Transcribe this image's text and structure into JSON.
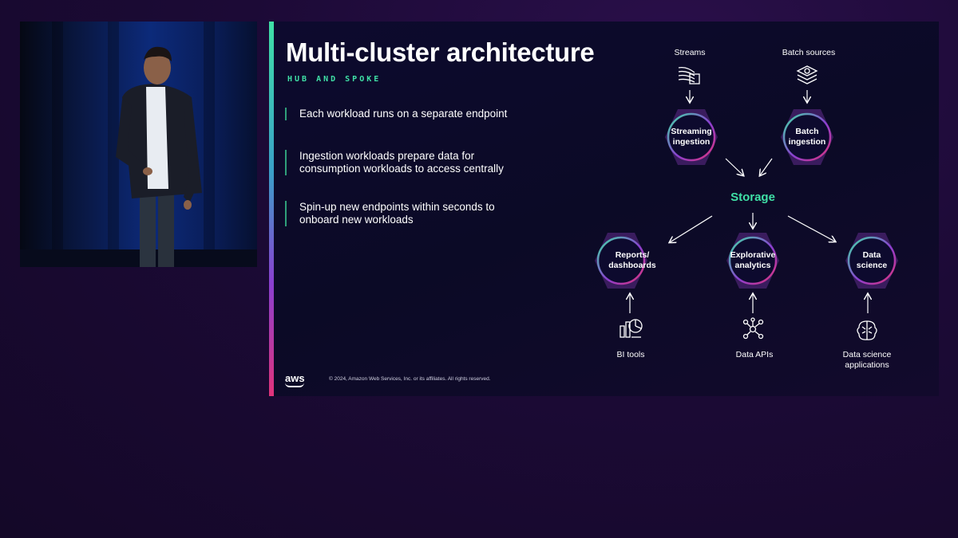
{
  "slide": {
    "title": "Multi-cluster architecture",
    "subtitle": "HUB AND SPOKE",
    "bullets": [
      "Each workload runs on a separate endpoint",
      "Ingestion workloads prepare data for consumption workloads to access centrally",
      "Spin-up new endpoints within seconds to onboard new workloads"
    ],
    "footer": {
      "logo": "aws",
      "copyright": "© 2024, Amazon Web Services, Inc. or its affiliates. All rights reserved."
    }
  },
  "diagram": {
    "sources_top": [
      {
        "label": "Streams",
        "icon": "streams-icon"
      },
      {
        "label": "Batch sources",
        "icon": "batch-sources-icon"
      }
    ],
    "ingestion_nodes": [
      {
        "line1": "Streaming",
        "line2": "ingestion"
      },
      {
        "line1": "Batch",
        "line2": "ingestion"
      }
    ],
    "hub": "Storage",
    "consumer_nodes": [
      {
        "line1": "Reports/",
        "line2": "dashboards"
      },
      {
        "line1": "Explorative",
        "line2": "analytics"
      },
      {
        "line1": "Data",
        "line2": "science"
      }
    ],
    "sources_bottom": [
      {
        "line1": "BI tools",
        "line2": "",
        "icon": "bi-tools-icon"
      },
      {
        "line1": "Data APIs",
        "line2": "",
        "icon": "data-apis-icon"
      },
      {
        "line1": "Data science",
        "line2": "applications",
        "icon": "data-science-apps-icon"
      }
    ],
    "colors": {
      "hub_text": "#3fe0a6",
      "hexagon_fill": "#3a1c5e",
      "ring_gradient_start": "#3fe0a6",
      "ring_gradient_end": "#e0337a"
    }
  }
}
